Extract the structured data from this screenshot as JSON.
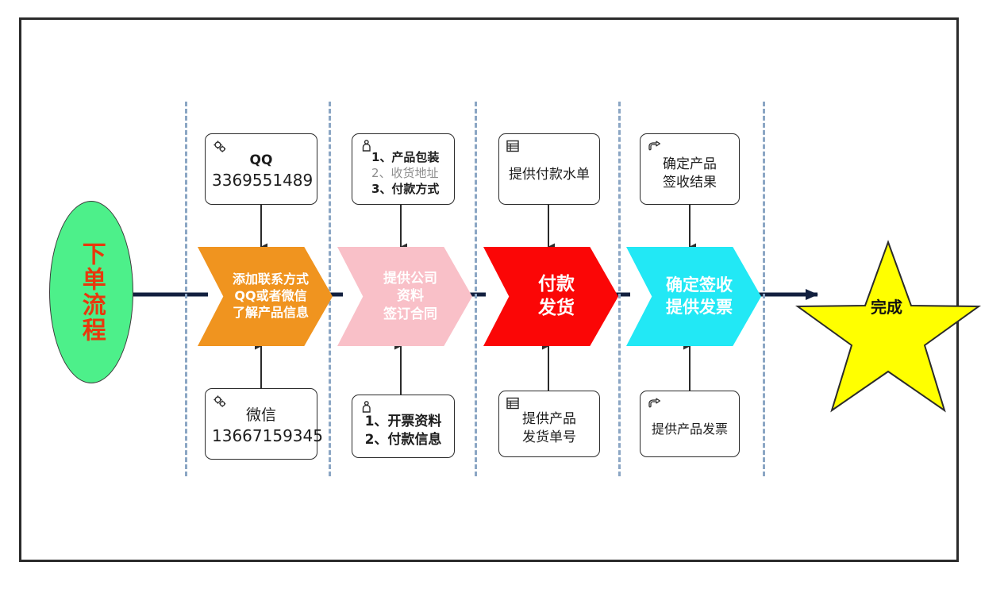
{
  "diagram": {
    "title": "下单流程",
    "start": {
      "label": "下单流程",
      "fill": "#4df08a",
      "text_color": "#e8380d"
    },
    "finish": {
      "label": "完成",
      "fill": "#ffff00",
      "text_color": "#111111"
    },
    "connector_color": "#12203f",
    "divider_color": "#8ba6c4",
    "stages": [
      {
        "id": "stage-1",
        "chevron": {
          "lines": [
            "添加联系方式",
            "QQ或者微信",
            "了解产品信息"
          ],
          "fill": "#f0941f",
          "font_size": 16
        },
        "top_box": {
          "icon": "gears-icon",
          "lines": [
            {
              "text": "QQ",
              "style": "bold"
            },
            {
              "text": "3369551489",
              "style": "normal"
            }
          ]
        },
        "bottom_box": {
          "icon": "gears-icon",
          "lines": [
            {
              "text": "微信",
              "style": "normal"
            },
            {
              "text": "13667159345",
              "style": "normal"
            }
          ]
        }
      },
      {
        "id": "stage-2",
        "chevron": {
          "lines": [
            "提供公司",
            "资料",
            "签订合同"
          ],
          "fill": "#f9c0c8",
          "font_size": 17
        },
        "top_box": {
          "icon": "person-icon",
          "lines": [
            {
              "text": "1、产品包装",
              "style": "bold"
            },
            {
              "text": "2、收货地址",
              "style": "muted"
            },
            {
              "text": "3、付款方式",
              "style": "bold"
            }
          ]
        },
        "bottom_box": {
          "icon": "person-icon",
          "lines": [
            {
              "text": "1、开票资料",
              "style": "bold"
            },
            {
              "text": "2、付款信息",
              "style": "bold"
            }
          ]
        }
      },
      {
        "id": "stage-3",
        "chevron": {
          "lines": [
            "付款",
            "发货"
          ],
          "fill": "#fb0606",
          "font_size": 23
        },
        "top_box": {
          "icon": "list-icon",
          "lines": [
            {
              "text": "提供付款水单",
              "style": "normal"
            }
          ]
        },
        "bottom_box": {
          "icon": "list-icon",
          "lines": [
            {
              "text": "提供产品",
              "style": "normal"
            },
            {
              "text": "发货单号",
              "style": "normal"
            }
          ]
        }
      },
      {
        "id": "stage-4",
        "chevron": {
          "lines": [
            "确定签收",
            "提供发票"
          ],
          "fill": "#22e8f5",
          "font_size": 21
        },
        "top_box": {
          "icon": "pointing-hand-icon",
          "lines": [
            {
              "text": "确定产品",
              "style": "normal"
            },
            {
              "text": "签收结果",
              "style": "normal"
            }
          ]
        },
        "bottom_box": {
          "icon": "pointing-hand-icon",
          "lines": [
            {
              "text": "提供产品发票",
              "style": "normal"
            }
          ]
        }
      }
    ]
  }
}
